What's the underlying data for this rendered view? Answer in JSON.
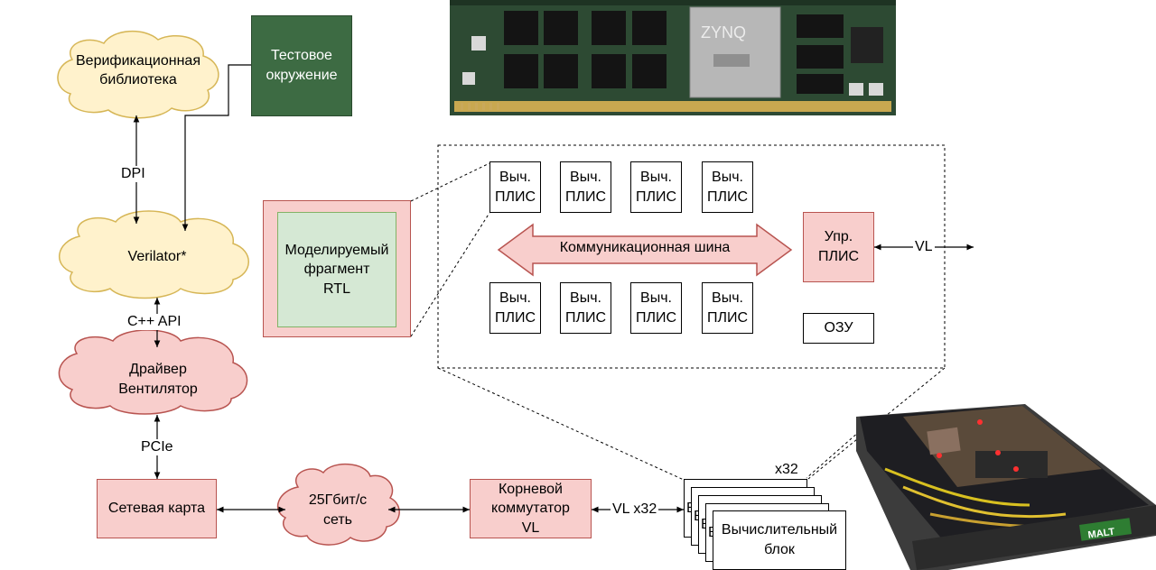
{
  "clouds": {
    "verif_lib": "Верификационная\nбиблиотека",
    "verilator": "Verilator*",
    "driver": "Драйвер\nВентилятор",
    "network": "25Гбит/с\nсеть"
  },
  "boxes": {
    "test_env": "Тестовое\nокружение",
    "model_rtl": "Моделируемый\nфрагмент\nRTL",
    "net_card": "Сетевая карта",
    "root_switch": "Корневой\nкоммутатор\nVL",
    "ctrl_fpga": "Упр.\nПЛИС",
    "ram": "ОЗУ",
    "compute_block": "Вычислительный\nблок",
    "compute_block_back": "В"
  },
  "fpga_label": "Выч.\nПЛИС",
  "labels": {
    "dpi": "DPI",
    "cpp_api": "C++ API",
    "pcie": "PCIe",
    "vl_x32": "VL x32",
    "vl": "VL",
    "x32": "x32",
    "bus": "Коммуникационная шина"
  },
  "photos": {
    "board_chip": "ZYNQ",
    "server_brand": "MALT"
  }
}
